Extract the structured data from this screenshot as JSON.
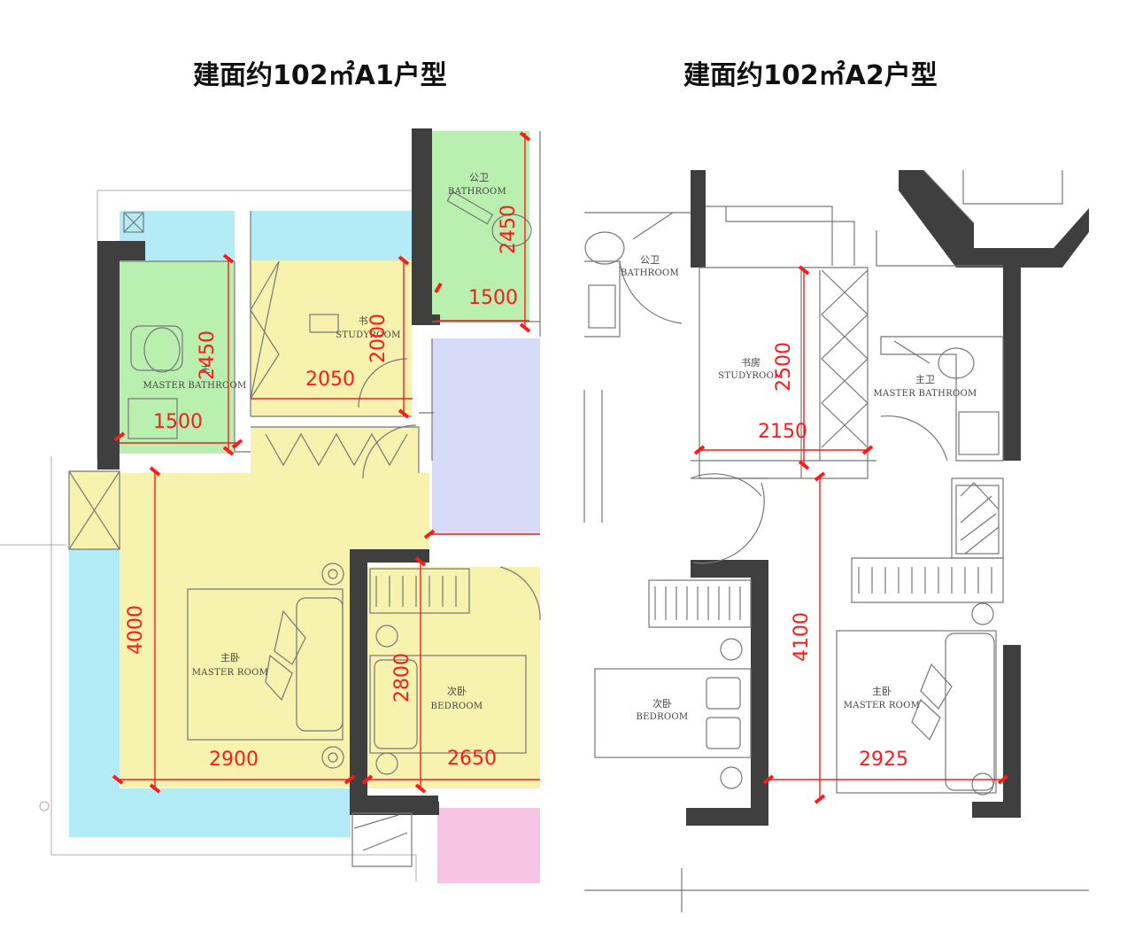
{
  "titles": {
    "a1": "建面约102㎡A1户型",
    "a2": "建面约102㎡A2户型"
  },
  "colors": {
    "living": "#f7f2ad",
    "bathroom": "#b9f0b0",
    "balcony": "#b3ecf7",
    "corridor": "#d6dcf8",
    "entrance": "#f7c4e4",
    "dimension": "#ff1a1a",
    "wall": "#3f3f3f"
  },
  "plan_a1": {
    "rooms": {
      "bathroom": {
        "cn": "公卫",
        "en": "BATHROOM"
      },
      "study": {
        "cn": "书",
        "en": "STUDYROOM"
      },
      "master_bath": {
        "cn": "主",
        "en": "MASTER BATHROOM"
      },
      "master_room": {
        "cn": "主卧",
        "en": "MASTER ROOM"
      },
      "bedroom": {
        "cn": "次卧",
        "en": "BEDROOM"
      }
    },
    "dimensions": {
      "bathroom_h": "2450",
      "bathroom_w": "1500",
      "study_h": "2000",
      "study_w": "2050",
      "master_bath_h": "2450",
      "master_bath_w": "1500",
      "master_room_h": "4000",
      "master_room_w": "2900",
      "bedroom_h": "2800",
      "bedroom_w": "2650"
    }
  },
  "plan_a2": {
    "rooms": {
      "bathroom": {
        "cn": "公卫",
        "en": "BATHROOM"
      },
      "study": {
        "cn": "书房",
        "en": "STUDYROOM"
      },
      "master_bath": {
        "cn": "主卫",
        "en": "MASTER BATHROOM"
      },
      "bedroom": {
        "cn": "次卧",
        "en": "BEDROOM"
      },
      "master_room": {
        "cn": "主卧",
        "en": "MASTER ROOM"
      }
    },
    "dimensions": {
      "study_h": "2500",
      "study_w": "2150",
      "master_room_h": "4100",
      "master_room_w": "2925"
    }
  }
}
